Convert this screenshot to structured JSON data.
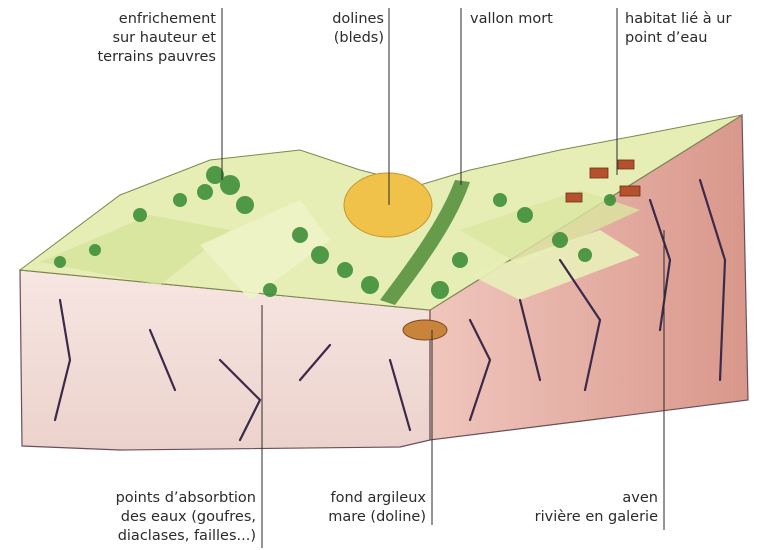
{
  "labels": {
    "top": [
      {
        "lines": [
          "enfrichement",
          "sur hauteur et",
          "terrains pauvres"
        ]
      },
      {
        "lines": [
          "dolines",
          "(bleds)"
        ]
      },
      {
        "lines": [
          "vallon mort"
        ]
      },
      {
        "lines": [
          "habitat lié à ur",
          "point d’eau"
        ]
      }
    ],
    "bottom": [
      {
        "lines": [
          "points d’absorbtion",
          "des eaux (goufres,",
          "diaclases, failles...)"
        ]
      },
      {
        "lines": [
          "fond argileux",
          "mare (doline)"
        ]
      },
      {
        "lines": [
          "aven",
          "rivière en galerie"
        ]
      }
    ]
  },
  "colors": {
    "rock": "#f2d6d0",
    "rock_shadow": "#c98a80",
    "fissure": "#3b2a4a",
    "meadow": "#e3ebb0",
    "forest": "#3f8f3a",
    "doline_field": "#f0c24a",
    "roof": "#b5522e",
    "pond": "#c8843a",
    "leader_line": "#2b2b2b"
  }
}
